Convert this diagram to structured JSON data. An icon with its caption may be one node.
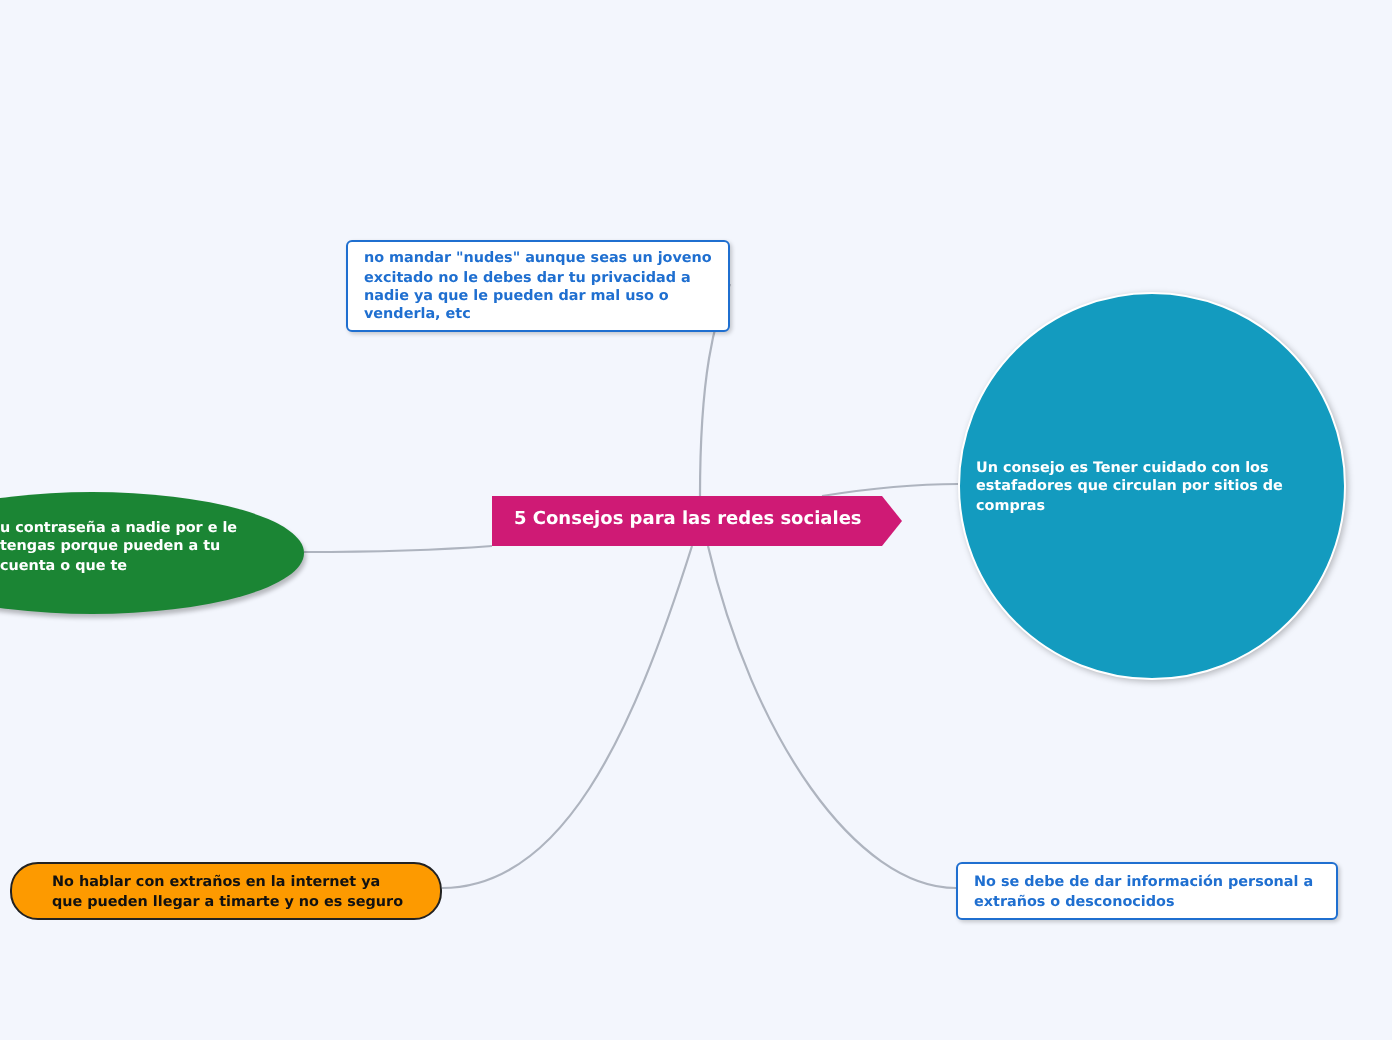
{
  "diagram": {
    "nodes": [
      {
        "text": [
          "5 Consejos para las redes sociales"
        ]
      },
      {
        "text": [
          "no mandar \"nudes\" aunque seas un joveno excitado no le debes dar tu privacidad a nadie ya que le pueden dar mal uso o venderla, etc"
        ]
      },
      {
        "text": [
          "u contraseña a nadie por e le tengas porque pueden a tu cuenta o que te"
        ]
      },
      {
        "text": [
          "Un consejo es Tener cuidado con los estafadores que circulan por sitios de compras"
        ]
      },
      {
        "text": [
          "No hablar con extraños en la internet ya que pueden llegar a timarte y no es seguro"
        ]
      },
      {
        "text": [
          "No se debe de dar información personal a extraños o desconocidos"
        ]
      }
    ],
    "edges": [
      {
        "from": 0,
        "to": 1,
        "arrow": "none"
      },
      {
        "from": 0,
        "to": 2,
        "arrow": "none"
      },
      {
        "from": 0,
        "to": 3,
        "arrow": "none"
      },
      {
        "from": 0,
        "to": 4,
        "arrow": "none"
      },
      {
        "from": 0,
        "to": 5,
        "arrow": "none"
      }
    ]
  }
}
